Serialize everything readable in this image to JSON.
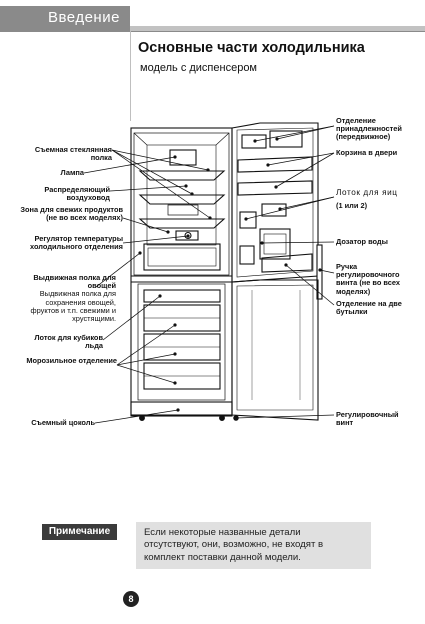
{
  "header": {
    "section": "Введение"
  },
  "title": "Основные части холодильника",
  "subtitle": "модель с диспенсером",
  "labels_left": [
    "Съемная стеклянная полка",
    "Лампа",
    "Распределяющий воздуховод",
    "Зона для свежих продуктов (не во всех моделях)",
    "Регулятор температуры холодильного отделения",
    "Выдвижная полка для овощей",
    "Выдвижная полка для сохранения овощей, фруктов и т.п. свежими и хрустящими.",
    "Лоток для кубиков льда",
    "Морозильное отделение",
    "Съемный цоколь"
  ],
  "labels_right": [
    "Отделение принадлежностей (передвижное)",
    "Корзина в двери",
    "Лоток для яиц",
    "(1 или 2)",
    "Дозатор воды",
    "Ручка регулировочного винта (не во всех моделях)",
    "Отделение на две бутылки",
    "Регулировочный винт"
  ],
  "note": {
    "label": "Примечание",
    "text_lines": [
      "Если некоторые названные детали",
      "отсутствуют, они, возможно, не входят в",
      "комплект поставки данной модели."
    ]
  },
  "page_number": "8"
}
